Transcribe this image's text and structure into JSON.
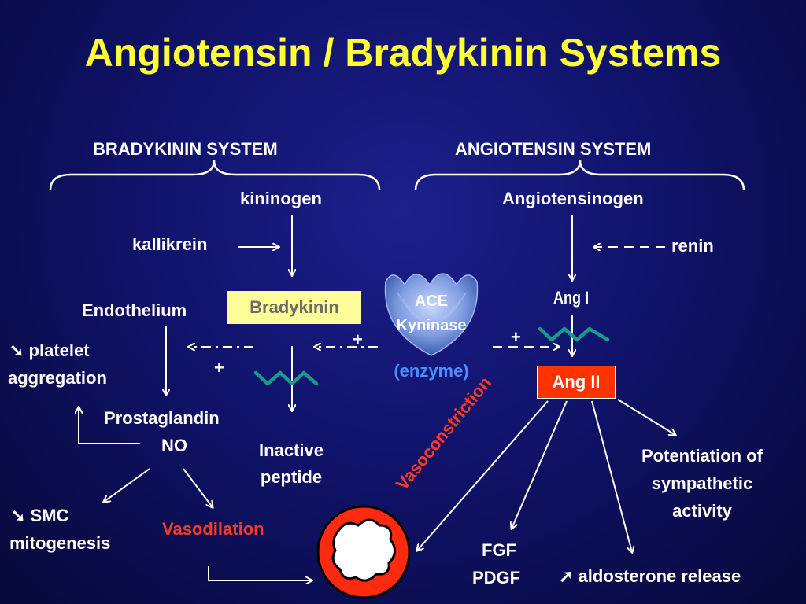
{
  "title": "Angiotensin / Bradykinin Systems",
  "bradykinin_system": {
    "header": "BRADYKININ SYSTEM",
    "kininogen": "kininogen",
    "kallikrein": "kallikrein",
    "endothelium": "Endothelium",
    "bradykinin": "Bradykinin",
    "platelet_line1": "➘ platelet",
    "platelet_line2": "aggregation",
    "prostaglandin": "Prostaglandin",
    "no": "NO",
    "inactive_line1": "Inactive",
    "inactive_line2": "peptide",
    "smc_line1": "➘ SMC",
    "smc_line2": "mitogenesis",
    "vasodilation": "Vasodilation",
    "plus_left": "+",
    "plus_mid": "+"
  },
  "enzyme": {
    "ace": "ACE",
    "kyninase": "Kyninase",
    "enzyme_label": "(enzyme)"
  },
  "angiotensin_system": {
    "header": "ANGIOTENSIN SYSTEM",
    "angiotensinogen": "Angiotensinogen",
    "renin": "renin",
    "ang_i": "Ang I",
    "ang_ii": "Ang II",
    "plus_right": "+",
    "vasoconstriction": "Vasoconstriction",
    "potentiation_line1": "Potentiation of",
    "potentiation_line2": "sympathetic",
    "potentiation_line3": "activity",
    "fgf": "FGF",
    "pdgf": "PDGF",
    "aldosterone": "➚ aldosterone release"
  },
  "colors": {
    "title": "#ffff33",
    "background": "#10136a",
    "bradykinin_box": "#ffff99",
    "ang_ii_box": "#ff3300",
    "accent_red": "#ff3b1f",
    "enzyme_blue": "#4f8cff",
    "squiggle_teal": "#1a9a8a",
    "vessel_red": "#ff2a10"
  }
}
